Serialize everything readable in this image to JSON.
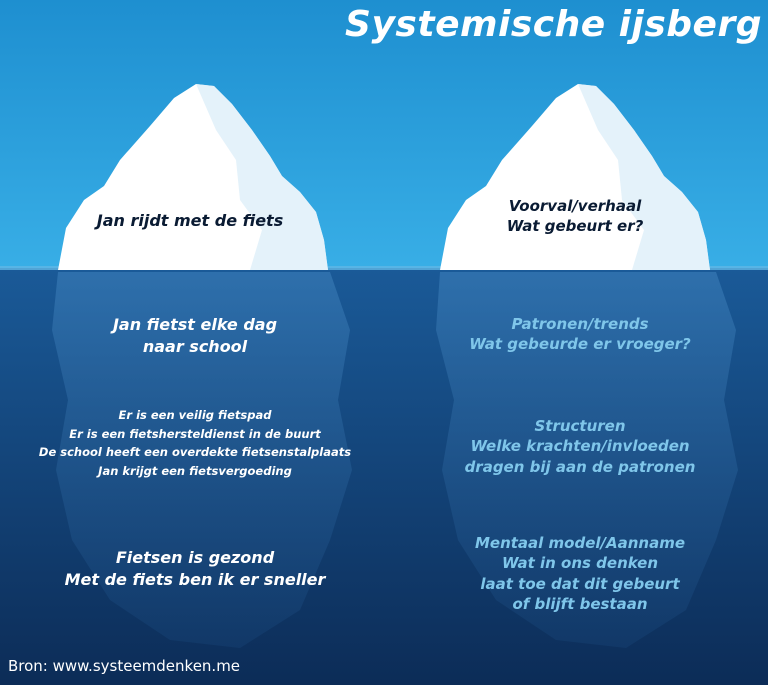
{
  "title": "Systemische ijsberg",
  "left": {
    "tip": "Jan rijdt met de fiets",
    "patterns": [
      "Jan fietst elke dag",
      "naar school"
    ],
    "structures": [
      "Er is een veilig fietspad",
      "Er is een fietshersteldienst in de buurt",
      "De school heeft een overdekte fietsenstalplaats",
      "Jan krijgt een fietsvergoeding"
    ],
    "mental_models": [
      "Fietsen is gezond",
      "Met de fiets ben ik er sneller"
    ]
  },
  "right": {
    "tip": [
      "Voorval/verhaal",
      "Wat gebeurt er?"
    ],
    "patterns": [
      "Patronen/trends",
      "Wat gebeurde er vroeger?"
    ],
    "structures": [
      "Structuren",
      "Welke krachten/invloeden",
      "dragen bij aan de patronen"
    ],
    "mental_models": [
      "Mentaal model/Aanname",
      "Wat in ons denken",
      "laat toe dat dit gebeurt",
      "of blijft bestaan"
    ]
  },
  "source": "Bron: www.systeemdenken.me",
  "colors": {
    "sky_top": "#1e8fd0",
    "sky_bottom": "#38aee6",
    "water_top": "#1a5a98",
    "water_bottom": "#0c2c57",
    "ice": "#ffffff",
    "text_dark": "#0a1b33",
    "text_cyan": "#7fc6ea"
  }
}
